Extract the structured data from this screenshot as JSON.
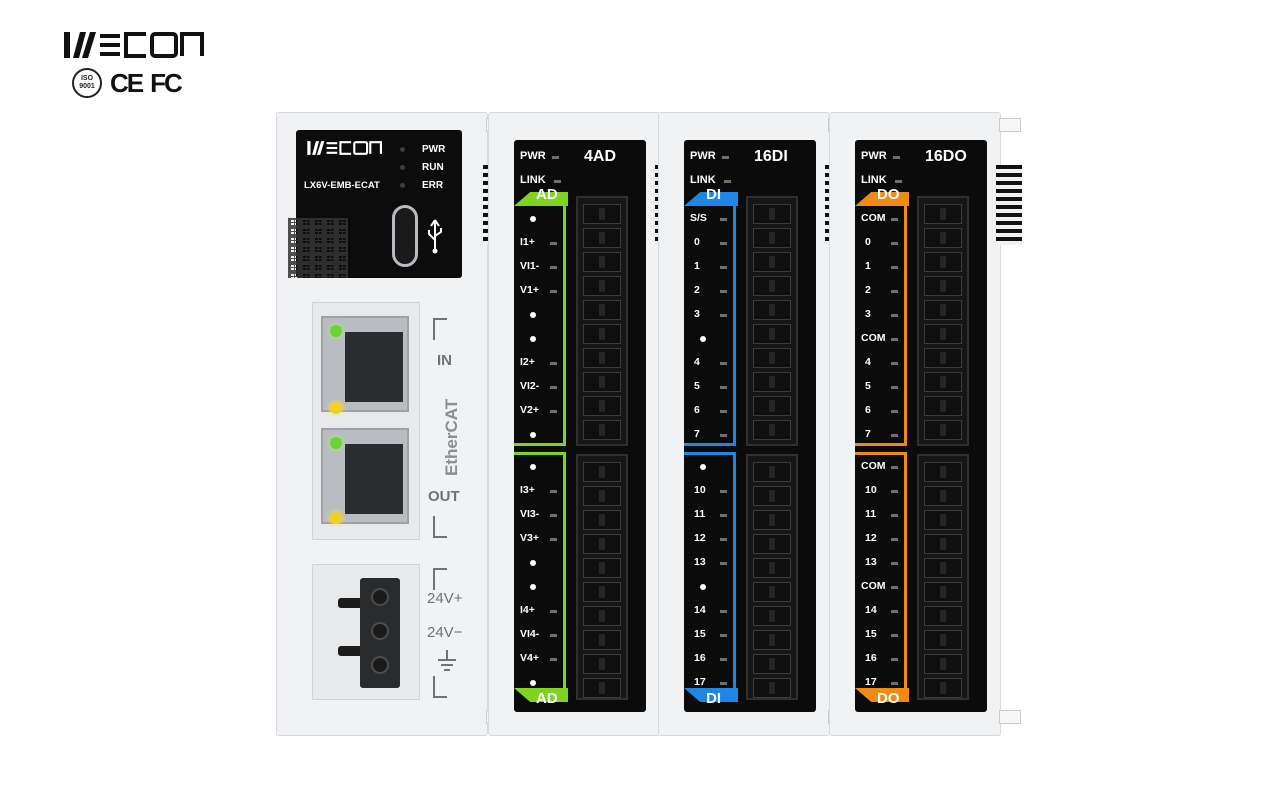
{
  "brand": {
    "name": "WECON",
    "certs": [
      "ISO 9001",
      "CE",
      "FC"
    ]
  },
  "cpu": {
    "model": "LX6V-EMB-ECAT",
    "leds": [
      "PWR",
      "RUN",
      "ERR"
    ],
    "ethernet": {
      "in_label": "IN",
      "out_label": "OUT",
      "protocol": "EtherCAT"
    },
    "power": {
      "labels": [
        "24V+",
        "24V−"
      ]
    }
  },
  "modules": [
    {
      "id": "4ad",
      "title": "4AD",
      "pwr": "PWR",
      "link": "LINK",
      "group": "AD",
      "accent": "#7fd321",
      "upper": [
        "●",
        "I1+",
        "VI1-",
        "V1+",
        "●",
        "●",
        "I2+",
        "VI2-",
        "V2+",
        "●"
      ],
      "lower": [
        "●",
        "I3+",
        "VI3-",
        "V3+",
        "●",
        "●",
        "I4+",
        "VI4-",
        "V4+",
        "●"
      ]
    },
    {
      "id": "16di",
      "title": "16DI",
      "pwr": "PWR",
      "link": "LINK",
      "group": "DI",
      "accent": "#1f86e6",
      "upper": [
        "S/S",
        "0",
        "1",
        "2",
        "3",
        "●",
        "4",
        "5",
        "6",
        "7"
      ],
      "lower": [
        "●",
        "10",
        "11",
        "12",
        "13",
        "●",
        "14",
        "15",
        "16",
        "17"
      ]
    },
    {
      "id": "16do",
      "title": "16DO",
      "pwr": "PWR",
      "link": "LINK",
      "group": "DO",
      "accent": "#f08a12",
      "upper": [
        "COM",
        "0",
        "1",
        "2",
        "3",
        "COM",
        "4",
        "5",
        "6",
        "7"
      ],
      "lower": [
        "COM",
        "10",
        "11",
        "12",
        "13",
        "COM",
        "14",
        "15",
        "16",
        "17"
      ]
    }
  ],
  "colors": {
    "ad": "#7fd321",
    "di": "#1f86e6",
    "do": "#f08a12",
    "led_green": "#6bd33a",
    "led_yellow": "#f4d21c"
  }
}
